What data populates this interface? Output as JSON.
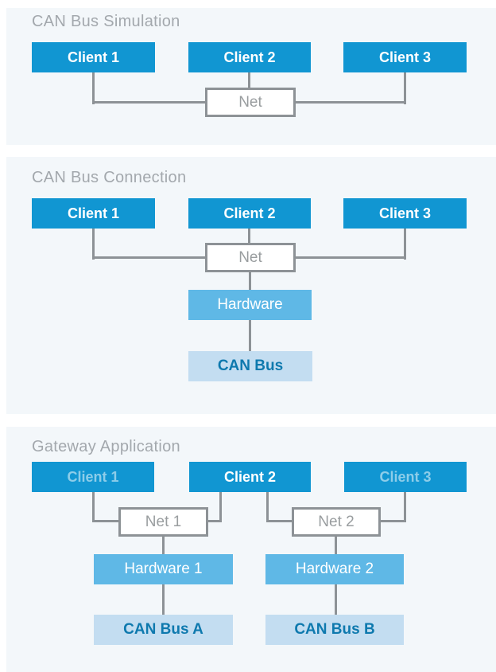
{
  "colors": {
    "panel_background": "#f3f7fa",
    "client_blue": "#1196d2",
    "hardware_blue": "#5fb8e6",
    "canbus_light_blue": "#c3ddf1",
    "canbus_text_blue": "#0e79ae",
    "connector_gray": "#8d9296",
    "title_gray": "#a3a8ad",
    "net_text_gray": "#999d9f",
    "dimmed_client_text": "rgba(255,255,255,0.52)"
  },
  "panels": [
    {
      "title": "CAN Bus Simulation",
      "nodes": {
        "client1": "Client 1",
        "client2": "Client 2",
        "client3": "Client 3",
        "net": "Net"
      }
    },
    {
      "title": "CAN Bus Connection",
      "nodes": {
        "client1": "Client 1",
        "client2": "Client 2",
        "client3": "Client 3",
        "net": "Net",
        "hardware": "Hardware",
        "canbus": "CAN Bus"
      }
    },
    {
      "title": "Gateway Application",
      "nodes": {
        "client1": "Client 1",
        "client2": "Client 2",
        "client3": "Client 3",
        "net1": "Net 1",
        "net2": "Net 2",
        "hardware1": "Hardware 1",
        "hardware2": "Hardware 2",
        "canbusA": "CAN Bus A",
        "canbusB": "CAN Bus B"
      }
    }
  ]
}
